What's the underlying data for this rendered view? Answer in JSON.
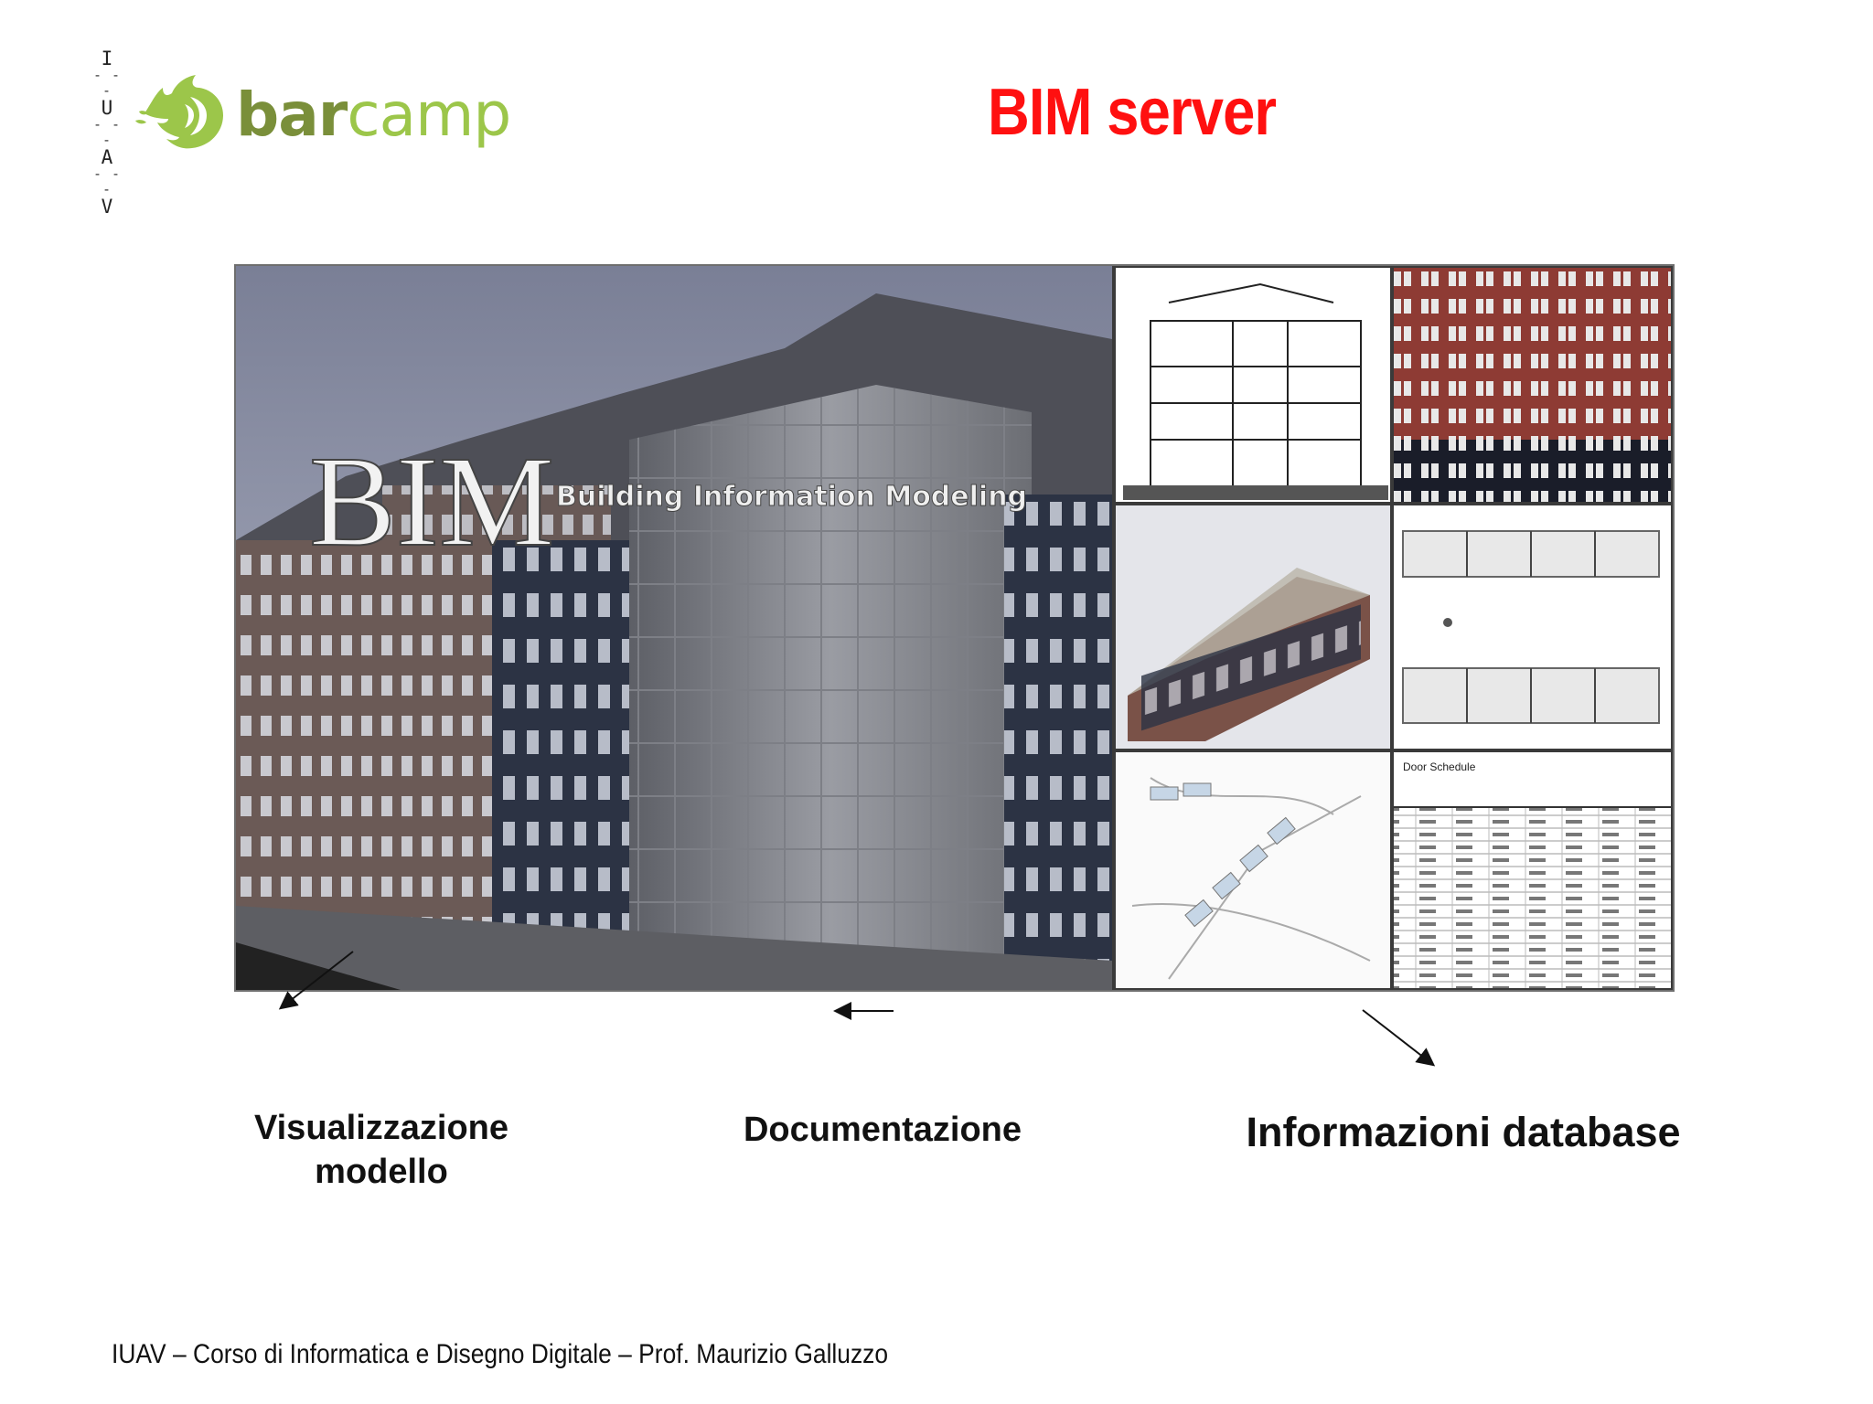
{
  "header": {
    "institution_letters": [
      "I",
      "U",
      "A",
      "V"
    ],
    "logo_word_bold": "bar",
    "logo_word_light": "camp",
    "title": "BIM server"
  },
  "hero": {
    "overlay_big": "BIM",
    "overlay_subtitle": "Building Information Modeling",
    "schedule_title": "Door Schedule"
  },
  "labels": {
    "visualization_line1": "Visualizzazione",
    "visualization_line2": "modello",
    "documentation": "Documentazione",
    "database": "Informazioni database"
  },
  "footer": {
    "text": "IUAV – Corso di Informatica e Disegno Digitale – Prof. Maurizio Galluzzo"
  },
  "colors": {
    "title": "#ff1010",
    "logo_dark_green": "#7a8f3a",
    "logo_light_green": "#9cc64a"
  },
  "icons": [
    "flame-logo-icon",
    "arrow-down-left-icon",
    "arrow-left-icon",
    "arrow-down-right-icon"
  ]
}
